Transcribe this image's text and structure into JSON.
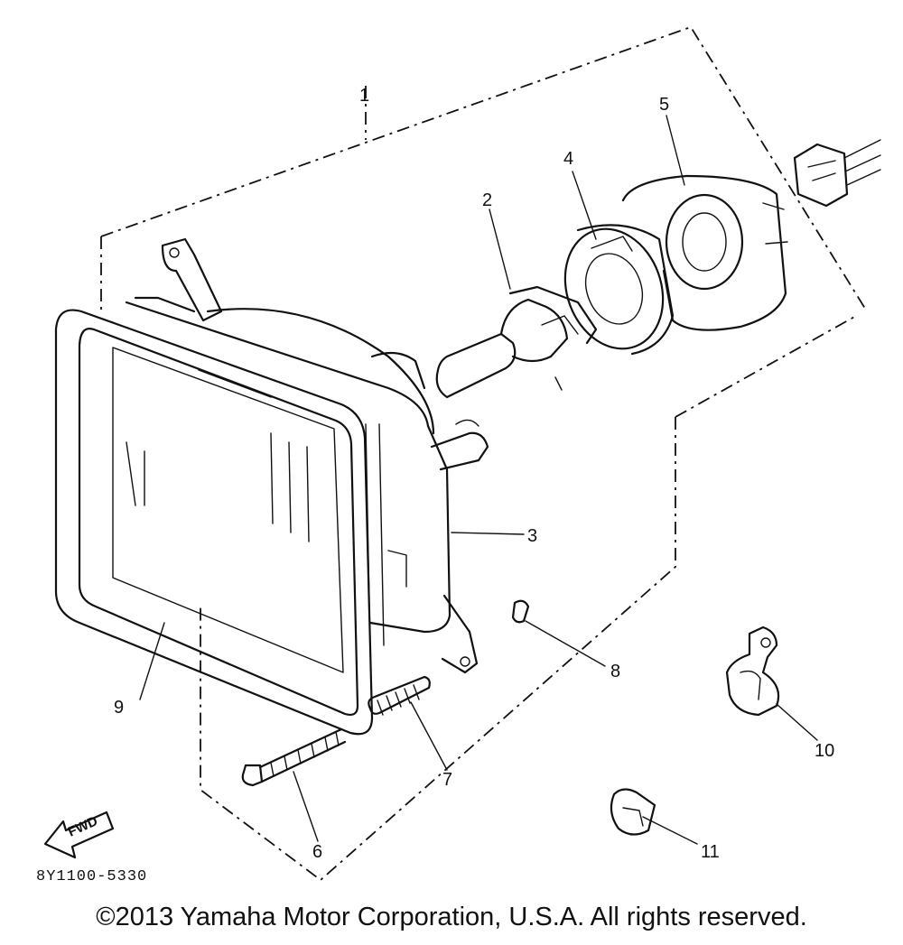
{
  "diagram": {
    "callouts": {
      "c1": "1",
      "c2": "2",
      "c3": "3",
      "c4": "4",
      "c5": "5",
      "c6": "6",
      "c7": "7",
      "c8": "8",
      "c9": "9",
      "c10": "10",
      "c11": "11"
    },
    "fwd_label": "FWD",
    "code": "8Y1100-5330"
  },
  "footer": {
    "copyright": "©2013 Yamaha Motor Corporation, U.S.A. All rights reserved."
  }
}
